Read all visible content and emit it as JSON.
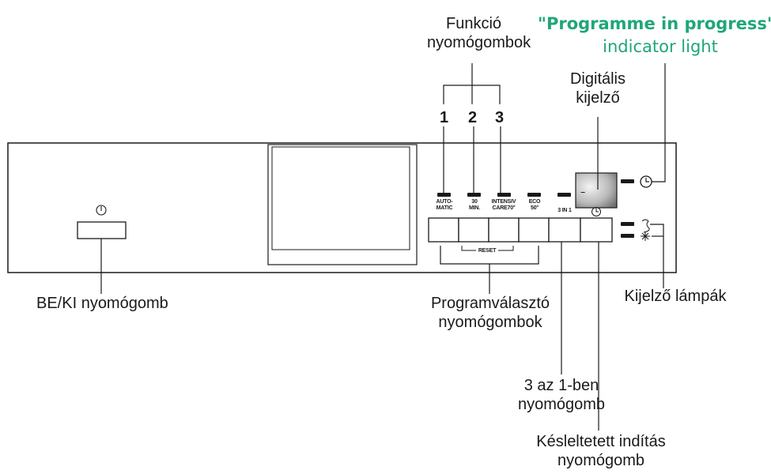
{
  "labels": {
    "function_buttons": [
      "Funkció",
      "nyomógombok"
    ],
    "indicator_title": "\"Programme in progress\"",
    "indicator_sub": "indicator light",
    "digital_display": [
      "Digitális",
      "kijelző"
    ],
    "power_button": "BE/KI nyomógomb",
    "program_select": [
      "Programválasztó",
      "nyomógombok"
    ],
    "display_lamps": "Kijelző lámpák",
    "three_in_one": [
      "3 az 1-ben",
      "nyomógomb"
    ],
    "delay_start": [
      "Késleltetett indítás",
      "nyomógomb"
    ]
  },
  "numbers": [
    "1",
    "2",
    "3"
  ],
  "panel": {
    "power_symbol": "⏻",
    "reset_label": "RESET",
    "button_labels": {
      "auto": [
        "AUTO-",
        "MATIC"
      ],
      "min30": [
        "30",
        "MIN."
      ],
      "intensiv": [
        "INTENSIV",
        "CARE70°"
      ],
      "eco": [
        "ECO",
        "50°"
      ],
      "three": [
        "3 IN 1"
      ],
      "delay_symbol": "⏱"
    },
    "display_digit": "–"
  },
  "colors": {
    "accent_green": "#1fa67a",
    "line": "#1a1a1a"
  }
}
